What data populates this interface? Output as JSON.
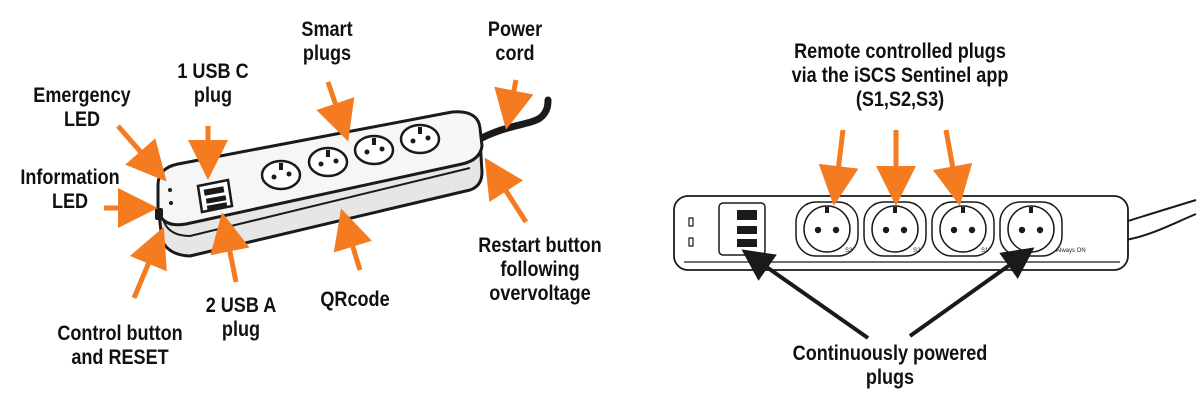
{
  "colors": {
    "arrow": "#f47b20",
    "outline": "#1a1a1a",
    "body": "#f4f4f4",
    "shade": "#e2e2e2"
  },
  "left_diagram": {
    "labels": {
      "power_cord": "Power\ncord",
      "smart_plugs": "Smart\nplugs",
      "usb_c": "1 USB C\nplug",
      "emergency_led": "Emergency\nLED",
      "information_led": "Information\nLED",
      "control_button": "Control button\nand RESET",
      "usb_a": "2 USB A\nplug",
      "qrcode": "QRcode",
      "restart_button": "Restart button\nfollowing\novervoltage"
    }
  },
  "right_diagram": {
    "labels": {
      "remote_plugs": "Remote controlled plugs\nvia the iSCS Sentinel app\n(S1,S2,S3)",
      "continuous_plugs": "Continuously powered\nplugs"
    },
    "socket_labels": {
      "s3": "S3",
      "s2": "S2",
      "s1": "S1",
      "always_on": "Always ON"
    }
  }
}
